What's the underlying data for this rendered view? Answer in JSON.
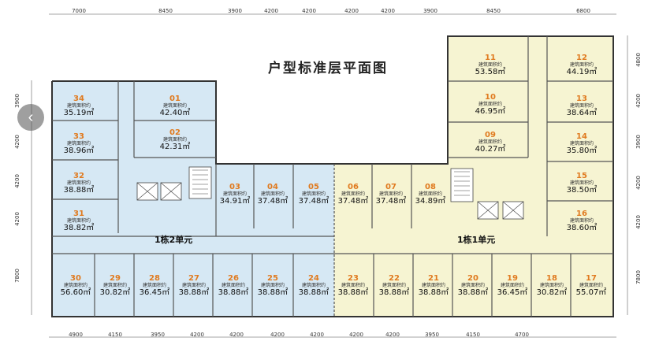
{
  "title": "户型标准层平面图",
  "area_label": "建筑面积约",
  "buildings": {
    "unit2": "1栋2单元",
    "unit1": "1栋1单元"
  },
  "dims_top": [
    "7000",
    "8450",
    "3900",
    "4200",
    "4200",
    "4200",
    "4200",
    "3900",
    "8450",
    "6800"
  ],
  "dims_bottom": [
    "4900",
    "4150",
    "3950",
    "4200",
    "4200",
    "4200",
    "4200",
    "4200",
    "4200",
    "3950",
    "4150",
    "4700"
  ],
  "dims_left": [
    "3900",
    "4200",
    "4200",
    "4200",
    "7800"
  ],
  "dims_right": [
    "4800",
    "4200",
    "3900",
    "4200",
    "4200",
    "7800"
  ],
  "units": [
    {
      "no": "34",
      "area": "35.19㎡"
    },
    {
      "no": "33",
      "area": "38.96㎡"
    },
    {
      "no": "32",
      "area": "38.88㎡"
    },
    {
      "no": "31",
      "area": "38.82㎡"
    },
    {
      "no": "01",
      "area": "42.40㎡"
    },
    {
      "no": "02",
      "area": "42.31㎡"
    },
    {
      "no": "03",
      "area": "34.91㎡"
    },
    {
      "no": "04",
      "area": "37.48㎡"
    },
    {
      "no": "05",
      "area": "37.48㎡"
    },
    {
      "no": "06",
      "area": "37.48㎡"
    },
    {
      "no": "07",
      "area": "37.48㎡"
    },
    {
      "no": "08",
      "area": "34.89㎡"
    },
    {
      "no": "11",
      "area": "53.58㎡"
    },
    {
      "no": "10",
      "area": "46.95㎡"
    },
    {
      "no": "09",
      "area": "40.27㎡"
    },
    {
      "no": "12",
      "area": "44.19㎡"
    },
    {
      "no": "13",
      "area": "38.64㎡"
    },
    {
      "no": "14",
      "area": "35.80㎡"
    },
    {
      "no": "15",
      "area": "38.50㎡"
    },
    {
      "no": "16",
      "area": "38.60㎡"
    },
    {
      "no": "30",
      "area": "56.60㎡"
    },
    {
      "no": "29",
      "area": "30.82㎡"
    },
    {
      "no": "28",
      "area": "36.45㎡"
    },
    {
      "no": "27",
      "area": "38.88㎡"
    },
    {
      "no": "26",
      "area": "38.88㎡"
    },
    {
      "no": "25",
      "area": "38.88㎡"
    },
    {
      "no": "24",
      "area": "38.88㎡"
    },
    {
      "no": "23",
      "area": "38.88㎡"
    },
    {
      "no": "22",
      "area": "38.88㎡"
    },
    {
      "no": "21",
      "area": "38.88㎡"
    },
    {
      "no": "20",
      "area": "38.88㎡"
    },
    {
      "no": "19",
      "area": "36.45㎡"
    },
    {
      "no": "18",
      "area": "30.82㎡"
    },
    {
      "no": "17",
      "area": "55.07㎡"
    }
  ],
  "colors": {
    "left_block": "#d6e8f4",
    "right_block": "#f6f4d2",
    "wall": "#333333",
    "unit_number": "#e07a1f"
  },
  "nav": {
    "back_icon": "chevron-left-icon",
    "back_glyph": "‹"
  }
}
